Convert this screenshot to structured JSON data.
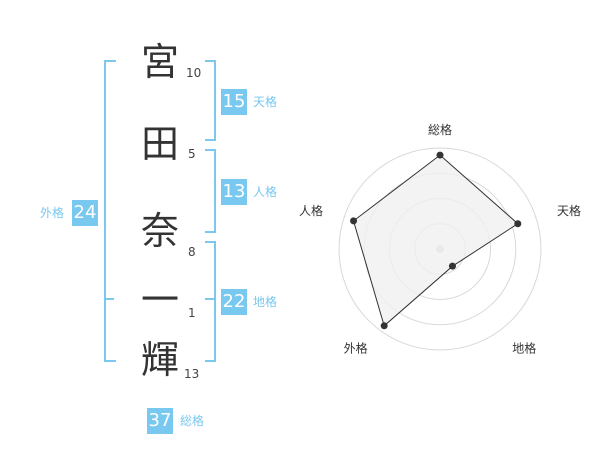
{
  "characters": [
    {
      "char": "宮",
      "strokes": "10"
    },
    {
      "char": "田",
      "strokes": "5"
    },
    {
      "char": "奈",
      "strokes": "8"
    },
    {
      "char": "一",
      "strokes": "1"
    },
    {
      "char": "輝",
      "strokes": "13"
    }
  ],
  "fortunes": {
    "tenkaku": {
      "value": "15",
      "label": "天格"
    },
    "jinkaku": {
      "value": "13",
      "label": "人格"
    },
    "chikaku": {
      "value": "22",
      "label": "地格"
    },
    "gaikaku": {
      "value": "24",
      "label": "外格"
    },
    "soukaku": {
      "value": "37",
      "label": "総格"
    }
  },
  "chart_data": {
    "type": "radar",
    "axes": [
      "総格",
      "天格",
      "地格",
      "外格",
      "人格"
    ],
    "values": [
      0.93,
      0.81,
      0.21,
      0.94,
      0.9
    ],
    "range": [
      0,
      1
    ],
    "rings": 4,
    "colors": {
      "fill": "#f0f0f0",
      "line": "#333333",
      "grid": "#d8d8d8",
      "accent": "#78c8f0"
    }
  }
}
